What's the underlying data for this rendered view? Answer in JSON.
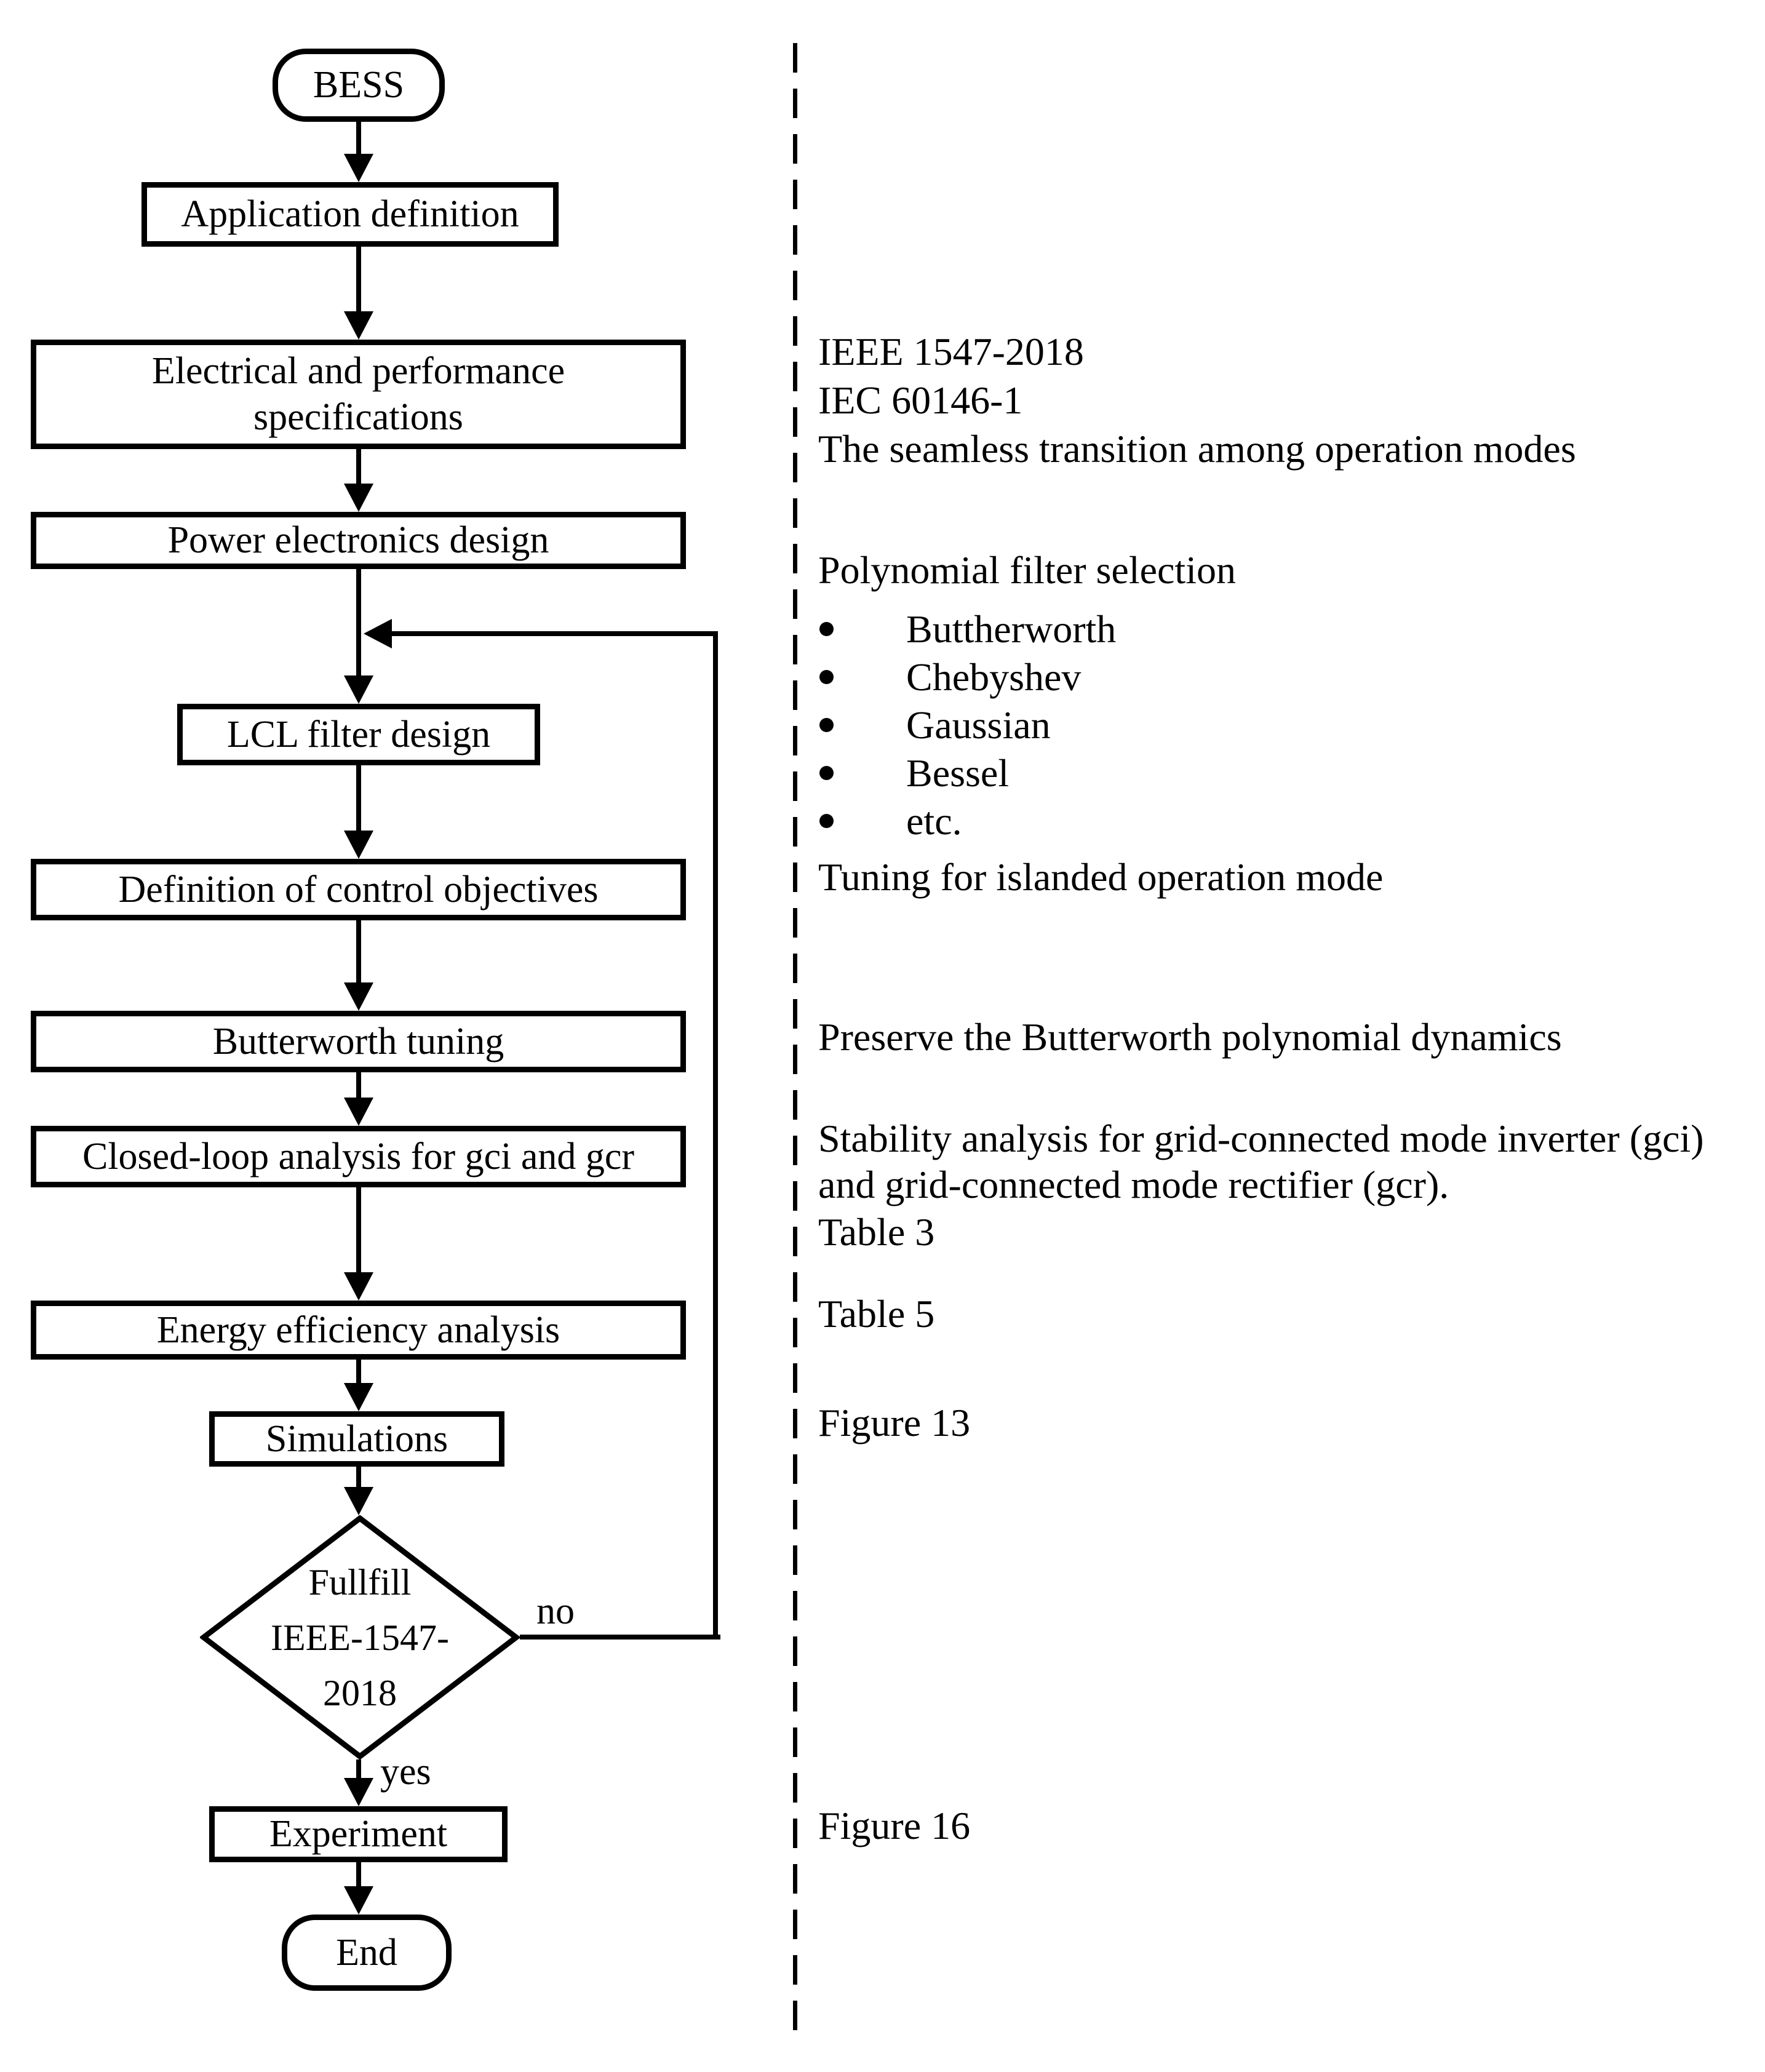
{
  "flow": {
    "start": "BESS",
    "steps": {
      "application": "Application definition",
      "specs_line1": "Electrical and performance",
      "specs_line2": "specifications",
      "power": "Power electronics design",
      "lcl": "LCL filter design",
      "control": "Definition of control objectives",
      "butterworth": "Butterworth tuning",
      "closedloop": "Closed-loop analysis for gci and gcr",
      "energy": "Energy efficiency analysis",
      "simulations": "Simulations"
    },
    "decision": {
      "line1": "Fullfill",
      "line2": "IEEE-1547-",
      "line3": "2018",
      "no": "no",
      "yes": "yes"
    },
    "experiment": "Experiment",
    "end": "End"
  },
  "annotations": {
    "standards": {
      "line1": "IEEE 1547-2018",
      "line2": "IEC 60146-1",
      "line3": "The seamless transition among operation modes"
    },
    "filter": {
      "title": "Polynomial filter selection",
      "items": [
        "Buttherworth",
        "Chebyshev",
        "Gaussian",
        "Bessel",
        "etc."
      ]
    },
    "tuning": "Tuning for islanded operation mode",
    "preserve": "Preserve the Butterworth polynomial dynamics",
    "stability_line1": "Stability analysis for grid-connected mode inverter (gci)",
    "stability_line2": "and grid-connected mode rectifier (gcr).",
    "table3": "Table 3",
    "table5": "Table 5",
    "figure13": "Figure 13",
    "figure16": "Figure 16"
  },
  "colors": {
    "ink": "#000000",
    "background": "#ffffff"
  }
}
